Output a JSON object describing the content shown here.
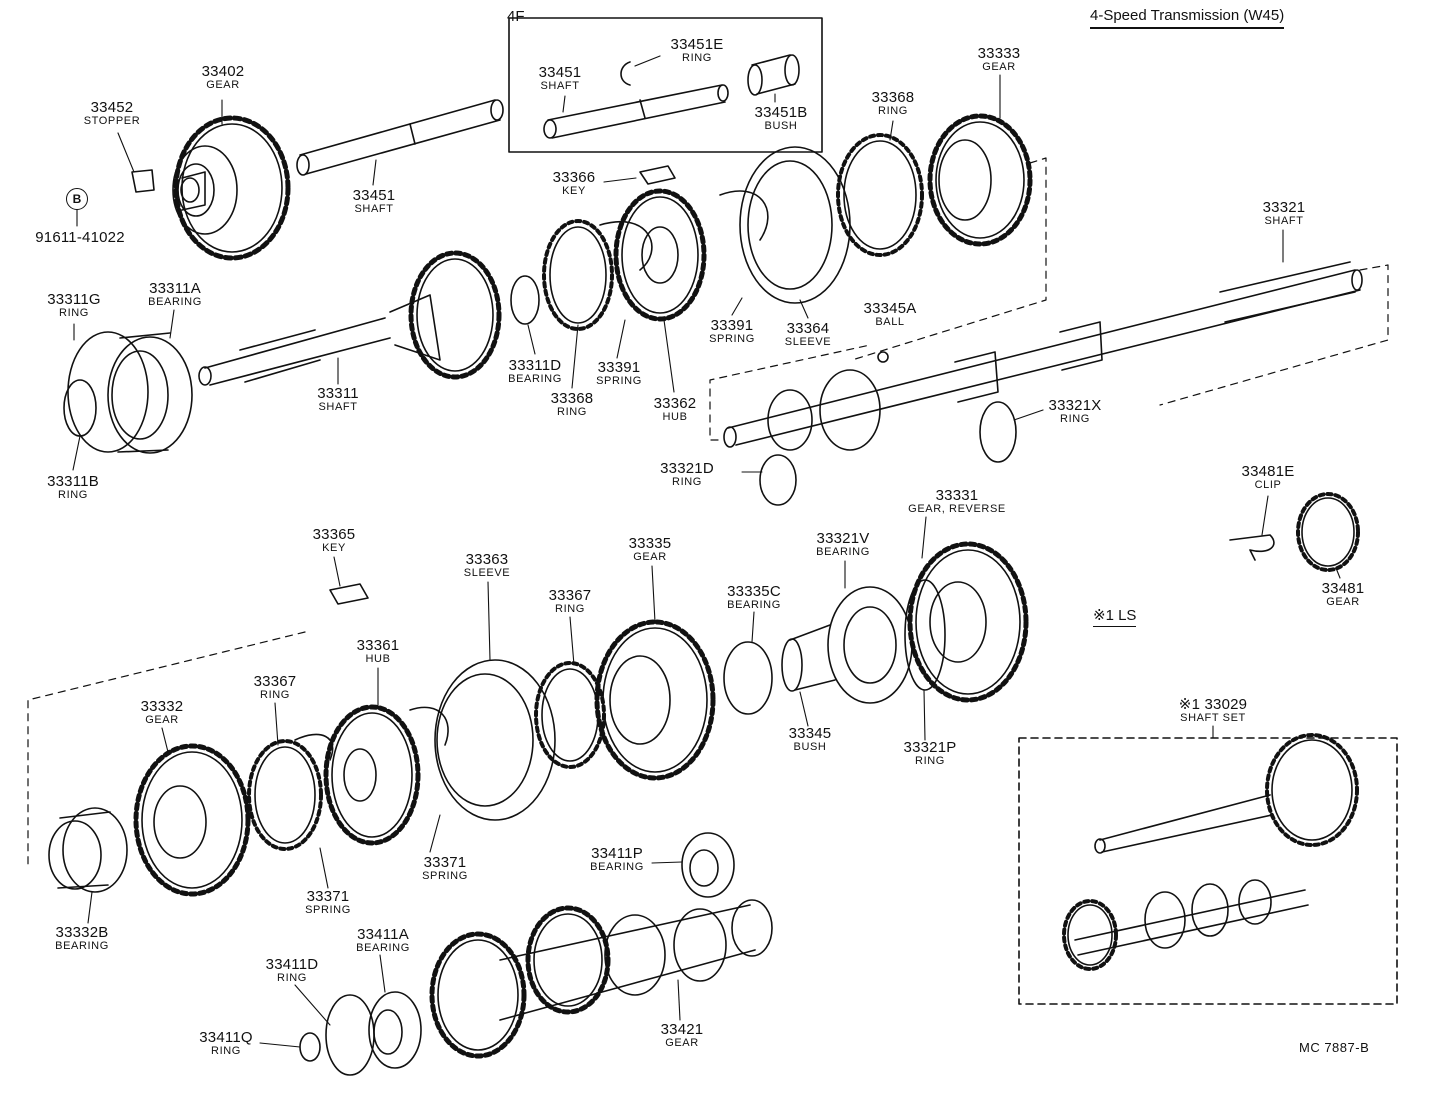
{
  "title": "4-Speed Transmission (W45)",
  "reference": "MC  7887-B",
  "group_label": "4F",
  "note_label": "※1 LS",
  "circle_marker": "B",
  "parts": [
    {
      "num": "33402",
      "name": "GEAR"
    },
    {
      "num": "33452",
      "name": "STOPPER"
    },
    {
      "num": "91611-41022",
      "name": ""
    },
    {
      "num": "33451",
      "name": "SHAFT"
    },
    {
      "num": "33451",
      "name": "SHAFT"
    },
    {
      "num": "33451E",
      "name": "RING"
    },
    {
      "num": "33451B",
      "name": "BUSH"
    },
    {
      "num": "33366",
      "name": "KEY"
    },
    {
      "num": "33368",
      "name": "RING"
    },
    {
      "num": "33333",
      "name": "GEAR"
    },
    {
      "num": "33321",
      "name": "SHAFT"
    },
    {
      "num": "33311G",
      "name": "RING"
    },
    {
      "num": "33311A",
      "name": "BEARING"
    },
    {
      "num": "33311",
      "name": "SHAFT"
    },
    {
      "num": "33311B",
      "name": "RING"
    },
    {
      "num": "33311D",
      "name": "BEARING"
    },
    {
      "num": "33391",
      "name": "SPRING"
    },
    {
      "num": "33391",
      "name": "SPRING"
    },
    {
      "num": "33368",
      "name": "RING"
    },
    {
      "num": "33362",
      "name": "HUB"
    },
    {
      "num": "33364",
      "name": "SLEEVE"
    },
    {
      "num": "33345A",
      "name": "BALL"
    },
    {
      "num": "33321X",
      "name": "RING"
    },
    {
      "num": "33321D",
      "name": "RING"
    },
    {
      "num": "33481E",
      "name": "CLIP"
    },
    {
      "num": "33481",
      "name": "GEAR"
    },
    {
      "num": "33331",
      "name": "GEAR, REVERSE"
    },
    {
      "num": "33365",
      "name": "KEY"
    },
    {
      "num": "33363",
      "name": "SLEEVE"
    },
    {
      "num": "33335",
      "name": "GEAR"
    },
    {
      "num": "33321V",
      "name": "BEARING"
    },
    {
      "num": "33367",
      "name": "RING"
    },
    {
      "num": "33335C",
      "name": "BEARING"
    },
    {
      "num": "33361",
      "name": "HUB"
    },
    {
      "num": "33367",
      "name": "RING"
    },
    {
      "num": "33332",
      "name": "GEAR"
    },
    {
      "num": "33345",
      "name": "BUSH"
    },
    {
      "num": "33321P",
      "name": "RING"
    },
    {
      "num": "※1 33029",
      "name": "SHAFT SET"
    },
    {
      "num": "33371",
      "name": "SPRING"
    },
    {
      "num": "33371",
      "name": "SPRING"
    },
    {
      "num": "33411P",
      "name": "BEARING"
    },
    {
      "num": "33332B",
      "name": "BEARING"
    },
    {
      "num": "33411A",
      "name": "BEARING"
    },
    {
      "num": "33411D",
      "name": "RING"
    },
    {
      "num": "33411Q",
      "name": "RING"
    },
    {
      "num": "33421",
      "name": "GEAR"
    }
  ]
}
